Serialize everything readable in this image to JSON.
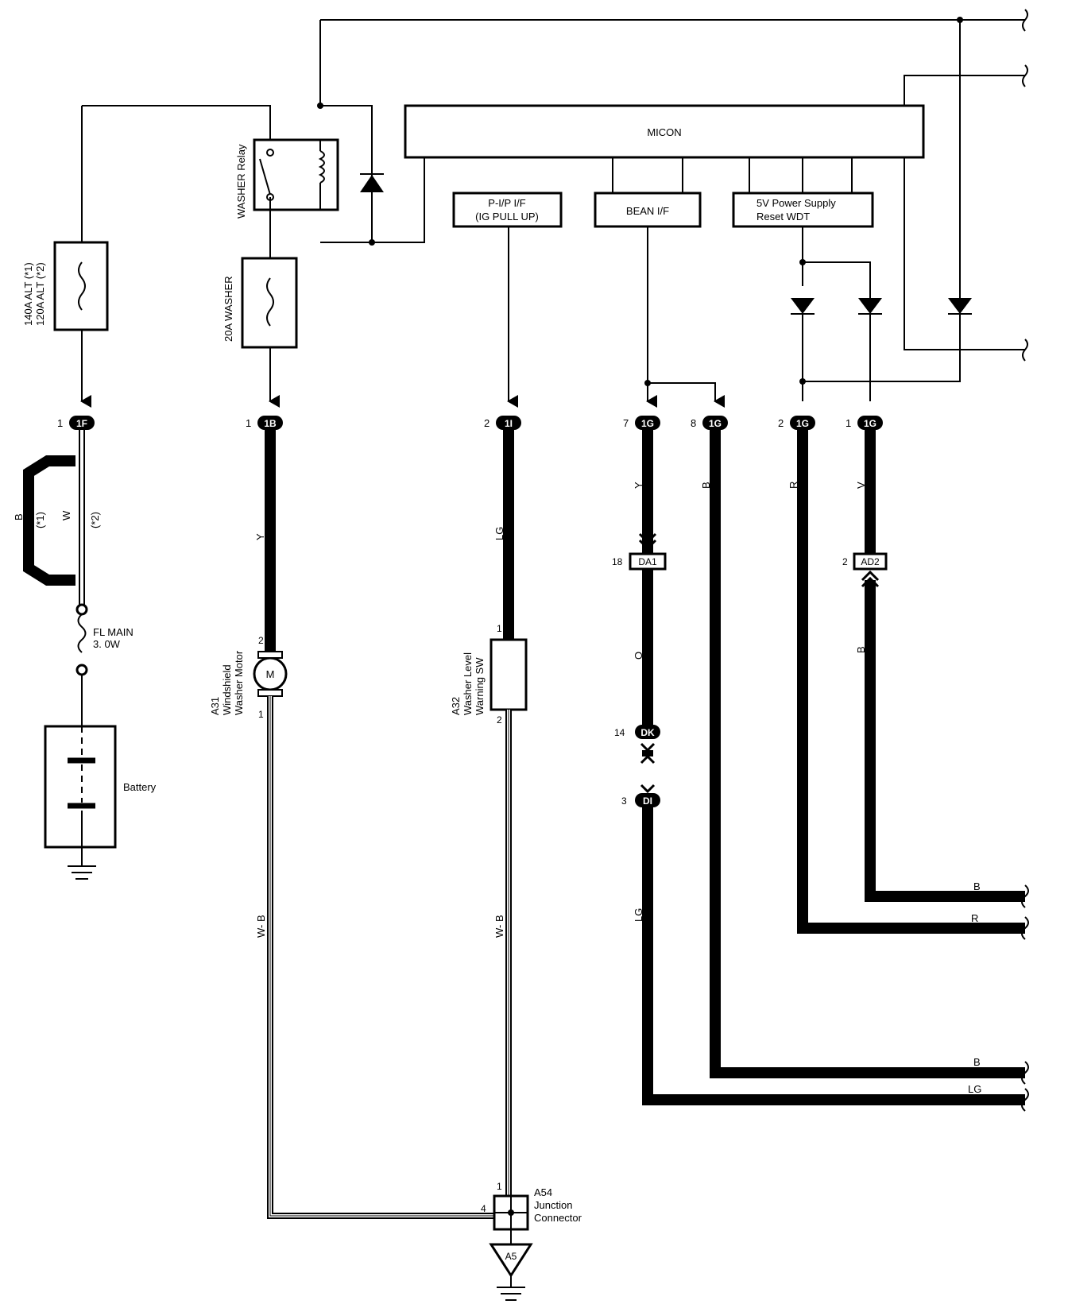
{
  "diagram": {
    "micon": "MICON",
    "blocks": {
      "pip": [
        "P-I/P I/F",
        "(IG PULL UP)"
      ],
      "bean": "BEAN I/F",
      "power": [
        "5V Power Supply",
        "Reset WDT"
      ]
    },
    "relay": "WASHER Relay",
    "fuse_washer": "20A WASHER",
    "fuse_alt": [
      "140A ALT (*1)",
      "120A ALT (*2)"
    ],
    "fl_main": [
      "FL MAIN",
      "3. 0W"
    ],
    "battery": "Battery",
    "connectors": {
      "c1F": {
        "pin": "1",
        "id": "1F"
      },
      "c1B": {
        "pin": "1",
        "id": "1B"
      },
      "c1I": {
        "pin": "2",
        "id": "1I"
      },
      "c1G7": {
        "pin": "7",
        "id": "1G"
      },
      "c1G8": {
        "pin": "8",
        "id": "1G"
      },
      "c1G2": {
        "pin": "2",
        "id": "1G"
      },
      "c1G1": {
        "pin": "1",
        "id": "1G"
      },
      "cDA1": {
        "pin": "18",
        "id": "DA1"
      },
      "cAD2": {
        "pin": "2",
        "id": "AD2"
      },
      "cDK": {
        "pin": "14",
        "id": "DK"
      },
      "cDI": {
        "pin": "3",
        "id": "DI"
      }
    },
    "wire_colors": {
      "w_b": "B",
      "w_star1": "(*1)",
      "w_w": "W",
      "w_star2": "(*2)",
      "y1": "Y",
      "lg1": "LG",
      "y2": "Y",
      "b1": "B",
      "r1": "R",
      "v1": "V",
      "o1": "O",
      "b2": "B",
      "lg2": "LG",
      "wb1": "W- B",
      "wb2": "W- B",
      "right_b1": "B",
      "right_r": "R",
      "right_b2": "B",
      "right_lg": "LG"
    },
    "components": {
      "motor_symbol": "M",
      "motor": [
        "A31",
        "Windshield",
        "Washer Motor"
      ],
      "motor_pin_top": "2",
      "motor_pin_bot": "1",
      "washer_sw": [
        "A32",
        "Washer Level",
        "Warning SW"
      ],
      "sw_pin_top": "1",
      "sw_pin_bot": "2",
      "junction": [
        "A54",
        "Junction",
        "Connector"
      ],
      "junction_pin_top": "1",
      "junction_pin_left": "4",
      "ground": "A5"
    }
  }
}
